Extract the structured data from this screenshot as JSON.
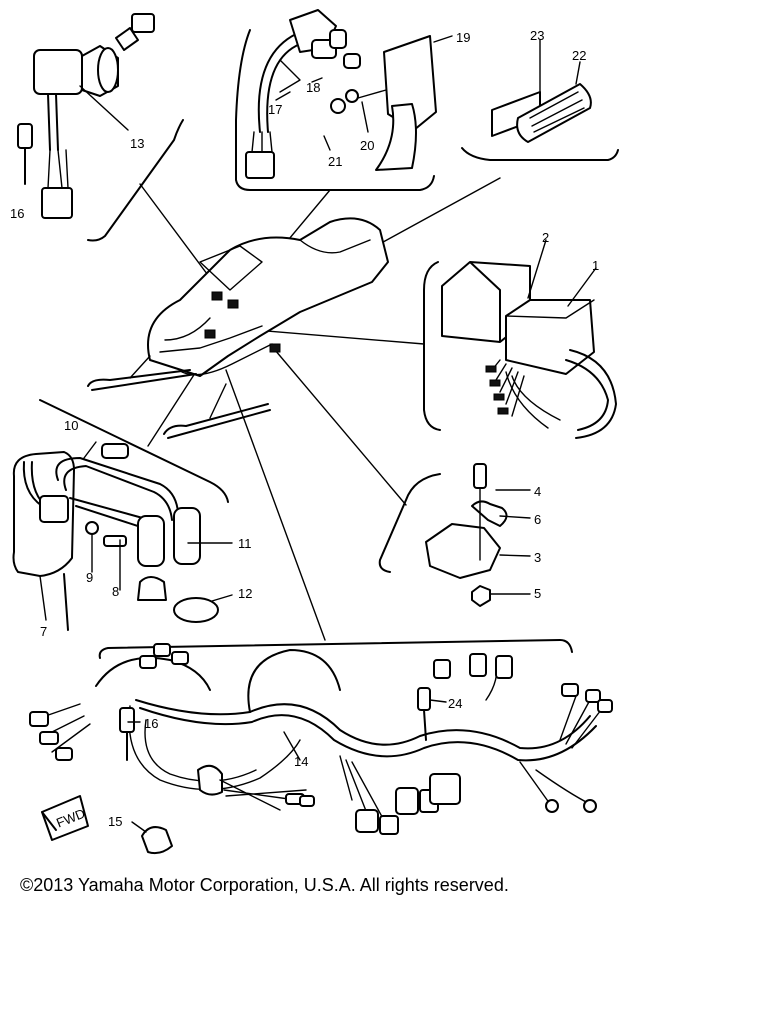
{
  "diagram": {
    "callouts": {
      "c1": "1",
      "c2": "2",
      "c3": "3",
      "c4": "4",
      "c5": "5",
      "c6": "6",
      "c7": "7",
      "c8": "8",
      "c9": "9",
      "c10": "10",
      "c11": "11",
      "c12": "12",
      "c13": "13",
      "c14": "14",
      "c15": "15",
      "c16a": "16",
      "c16b": "16",
      "c17": "17",
      "c18": "18",
      "c19": "19",
      "c20": "20",
      "c21": "21",
      "c22": "22",
      "c23": "23",
      "c24": "24"
    },
    "direction_badge": "FWD"
  },
  "footer": {
    "copyright": "©2013 Yamaha Motor Corporation, U.S.A. All rights reserved."
  }
}
